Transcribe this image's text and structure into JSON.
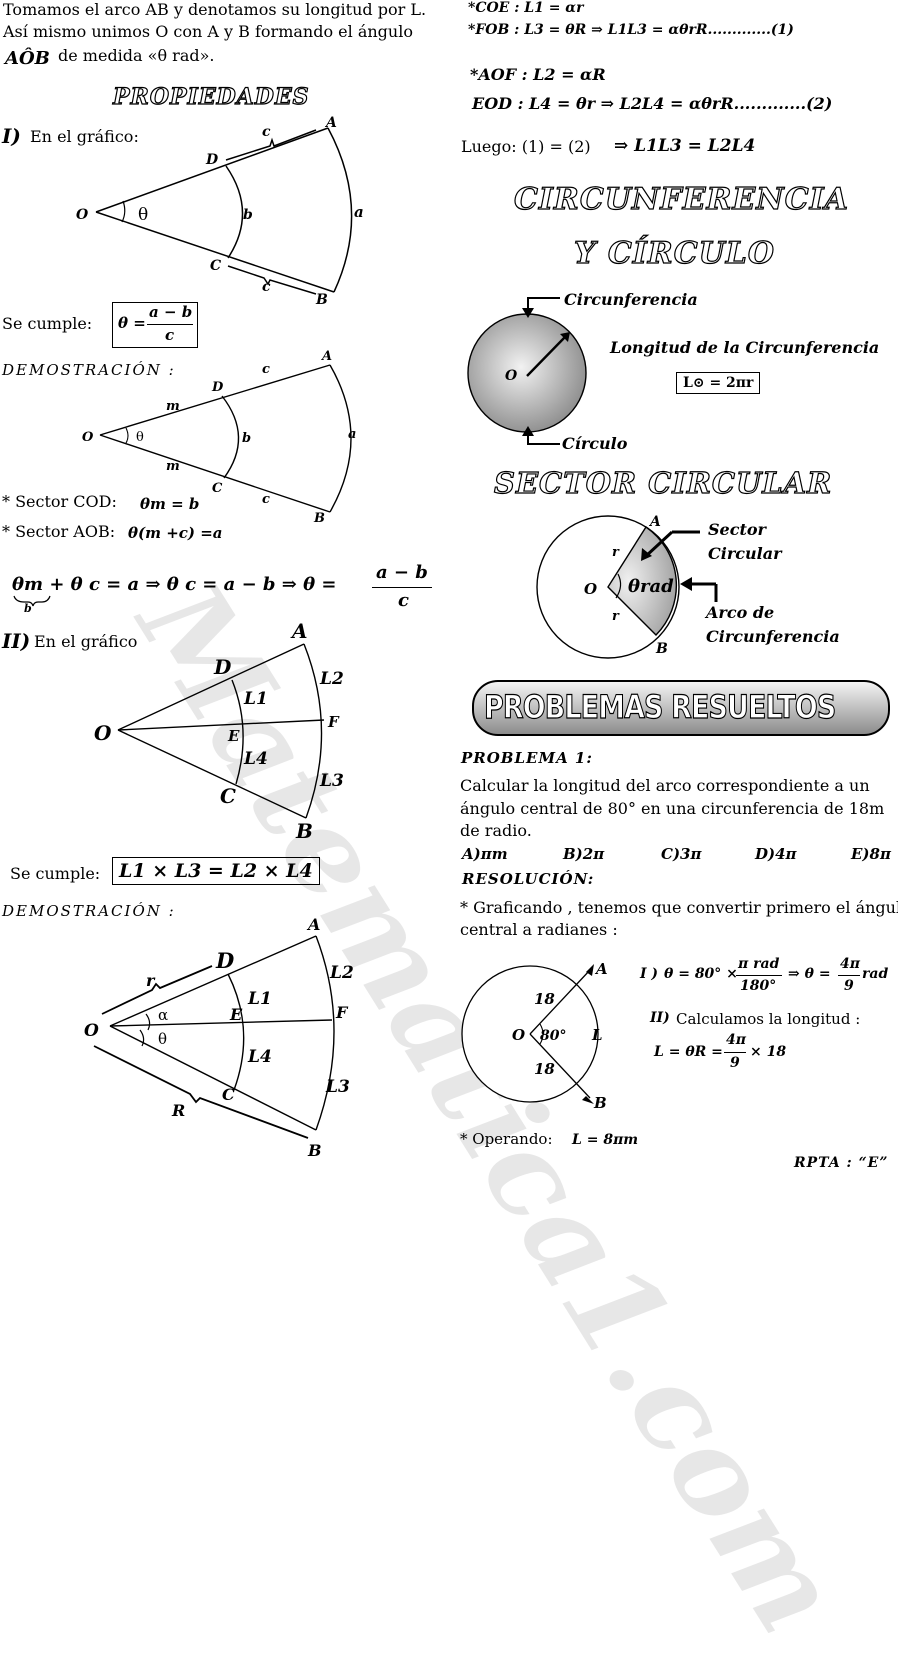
{
  "intro": {
    "line1": "Tomamos el arco AB y denotamos su  longitud por L.",
    "line2": "Así mismo unimos O con A y B formando el ángulo",
    "line3_angle": "AÔB",
    "line3_rest": "de medida «θ rad»."
  },
  "propiedades": {
    "title": "PROPIEDADES",
    "p1_label": "I)",
    "p1_text": "En el gráfico:",
    "fig1": {
      "O": "O",
      "theta": "θ",
      "D": "D",
      "A": "A",
      "C": "C",
      "B": "B",
      "c_top": "c",
      "c_bot": "c",
      "b": "b",
      "a": "a"
    },
    "se_cumple1": "Se cumple:",
    "formula1_lhs": "θ =",
    "formula1_num": "a − b",
    "formula1_den": "c",
    "demo1": "DEMOSTRACIÓN  :",
    "fig2": {
      "O": "O",
      "theta": "θ",
      "D": "D",
      "A": "A",
      "C": "C",
      "B": "B",
      "c_top": "c",
      "c_bot": "c",
      "m_top": "m",
      "m_bot": "m",
      "b": "b",
      "a": "a"
    },
    "sector_cod_label": "*  Sector COD:",
    "sector_cod_eq": "θm = b",
    "sector_aob_label": "* Sector AOB:",
    "sector_aob_eq": "θ(m +c) =a",
    "derivation": "θm + θ c = a ⇒ θ c = a − b ⇒ θ =",
    "derivation_under": "b",
    "derivation_num": "a − b",
    "derivation_den": "c",
    "p2_label": "II)",
    "p2_text": "En el gráfico",
    "fig3": {
      "O": "O",
      "A": "A",
      "B": "B",
      "C": "C",
      "D": "D",
      "E": "E",
      "F": "F",
      "L1": "L1",
      "L2": "L2",
      "L3": "L3",
      "L4": "L4"
    },
    "se_cumple2": "Se cumple:",
    "formula2": "L1 × L3 = L2 × L4",
    "demo2": "DEMOSTRACIÓN  :",
    "fig4": {
      "O": "O",
      "A": "A",
      "B": "B",
      "C": "C",
      "D": "D",
      "E": "E",
      "F": "F",
      "L1": "L1",
      "L2": "L2",
      "L3": "L3",
      "L4": "L4",
      "r": "r",
      "R": "R",
      "alpha": "α",
      "theta": "θ"
    }
  },
  "right_top": {
    "coe": "*COE : L1 = αr",
    "fob": "*FOB : L3 = θR ⇒ L1L3 = αθrR.............(1)",
    "aof": "*AOF : L2 = αR",
    "eod": "EOD : L4 = θr ⇒ L2L4 = αθrR.............(2)",
    "luego_label": "Luego: (1) = (2)",
    "luego_result": "⇒ L1L3 = L2L4"
  },
  "circ": {
    "title1": "CIRCUNFERENCIA",
    "title2": "Y  CÍRCULO",
    "lbl_circunferencia": "Circunferencia",
    "lbl_circulo": "Círculo",
    "lbl_O": "O",
    "longitud_title": "Longitud de la Circunferencia",
    "longitud_formula": "L⊙ = 2πr"
  },
  "sector": {
    "title": "SECTOR   CIRCULAR",
    "A": "A",
    "B": "B",
    "O": "O",
    "r1": "r",
    "r2": "r",
    "angle": "θrad",
    "lbl_sector1": "Sector",
    "lbl_sector2": "Circular",
    "lbl_arco1": "Arco de",
    "lbl_arco2": "Circunferencia"
  },
  "problemas": {
    "banner": "PROBLEMAS RESUELTOS",
    "p1_title": "PROBLEMA  1:",
    "p1_text1": "Calcular la longitud del arco correspondiente a un",
    "p1_text2": "ángulo central de 80° en una circunferencia de 18m",
    "p1_text3": "de radio.",
    "options": [
      "A)πm",
      "B)2π",
      "C)3π",
      "D)4π",
      "E)8π"
    ],
    "resolucion": "RESOLUCIÓN:",
    "res_text1": "* Graficando , tenemos que convertir primero el ángulo",
    "res_text2": "central a radianes :",
    "fig": {
      "A": "A",
      "B": "B",
      "O": "O",
      "L": "L",
      "r1": "18",
      "r2": "18",
      "angle": "80°"
    },
    "step1_label": "I )",
    "step1_lhs": "θ = 80° ×",
    "step1_num": "π rad",
    "step1_den": "180°",
    "step1_mid": "⇒ θ =",
    "step1_num2": "4π",
    "step1_den2": "9",
    "step1_unit": "rad",
    "step2_label": "II)",
    "step2_text": "Calculamos la longitud :",
    "step2_lhs": "L = θR =",
    "step2_num": "4π",
    "step2_den": "9",
    "step2_rhs": "× 18",
    "operando_label": "* Operando:",
    "operando_eq": "L = 8πm",
    "rpta": "RPTA : “E”"
  },
  "watermark": "Matematica1.com"
}
